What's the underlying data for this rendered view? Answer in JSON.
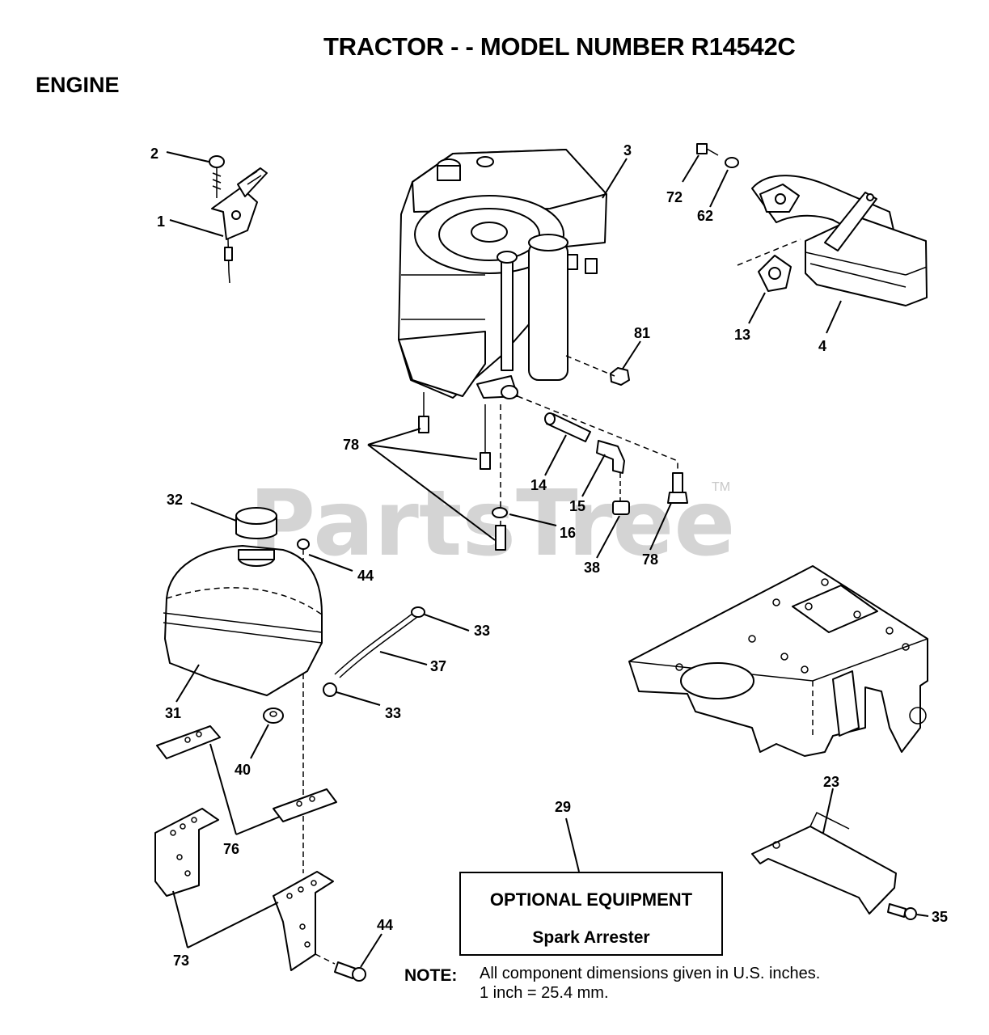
{
  "header": {
    "title": "TRACTOR - - MODEL NUMBER R14542C",
    "section": "ENGINE"
  },
  "watermark": {
    "text": "PartsTree",
    "mark": "TM"
  },
  "callouts": [
    "1",
    "2",
    "3",
    "72",
    "62",
    "13",
    "4",
    "81",
    "78",
    "14",
    "15",
    "16",
    "38",
    "78",
    "32",
    "44",
    "33",
    "37",
    "33",
    "31",
    "40",
    "76",
    "73",
    "44",
    "29",
    "23",
    "35"
  ],
  "optional_equipment": {
    "title": "OPTIONAL EQUIPMENT",
    "item": "Spark Arrester"
  },
  "note": {
    "label": "NOTE:",
    "line1": "All component dimensions given in U.S. inches.",
    "line2": "1 inch = 25.4 mm."
  }
}
